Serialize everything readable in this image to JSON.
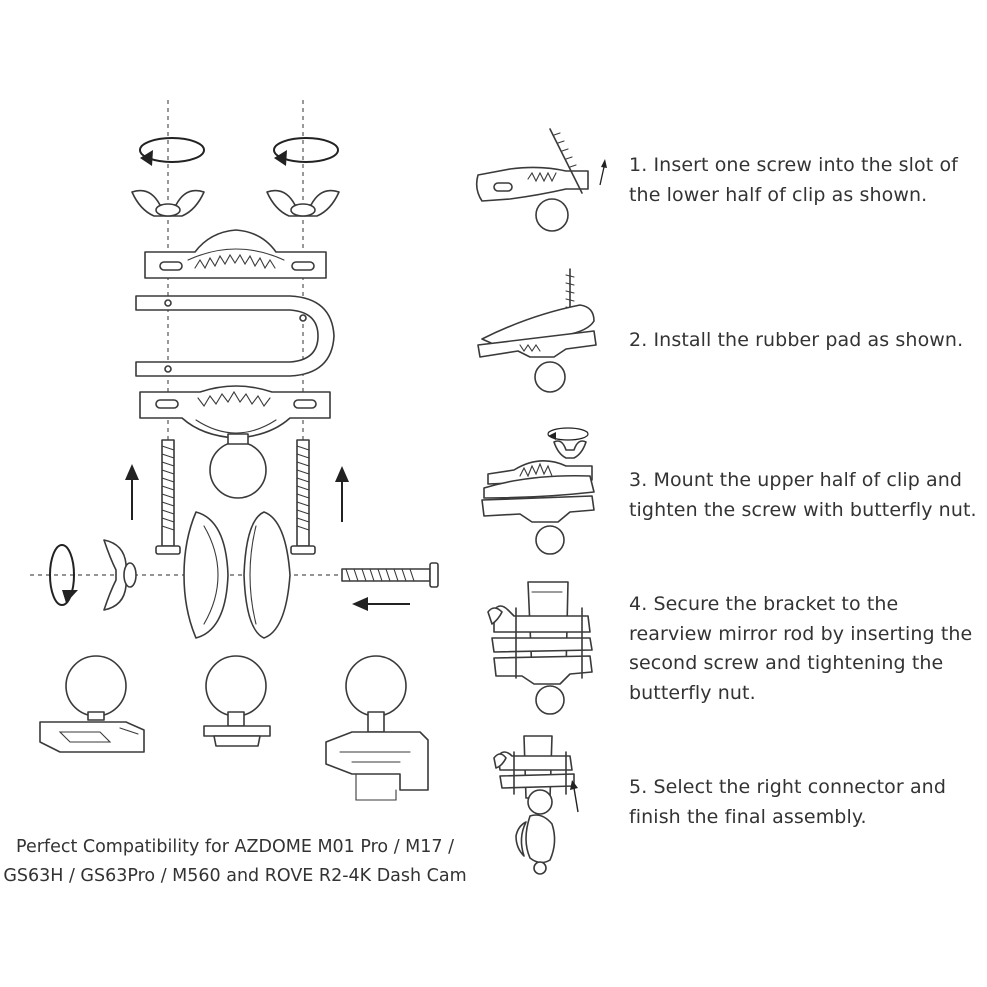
{
  "steps": [
    {
      "number": "1.",
      "text": "Insert one screw into the slot of the lower half of clip as shown."
    },
    {
      "number": "2.",
      "text": "Install the rubber pad as shown."
    },
    {
      "number": "3.",
      "text": "Mount the upper half of clip and tighten the screw with butterfly nut."
    },
    {
      "number": "4.",
      "text": "Secure the bracket to the rearview mirror rod by inserting the second screw and tightening the butterfly nut."
    },
    {
      "number": "5.",
      "text": "Select the right connector and finish the final assembly."
    }
  ],
  "caption": {
    "line1": "Perfect Compatibility for AZDOME M01 Pro / M17 /",
    "line2": "GS63H / GS63Pro / M560 and ROVE R2-4K Dash Cam"
  },
  "icons": {
    "rotate_arrow": "rotate-arrow-icon",
    "butterfly_nut": "butterfly-nut-icon",
    "direction_arrow": "direction-arrow-icon"
  },
  "colors": {
    "line": "#3a3a3a",
    "text": "#333333",
    "background": "#ffffff"
  }
}
